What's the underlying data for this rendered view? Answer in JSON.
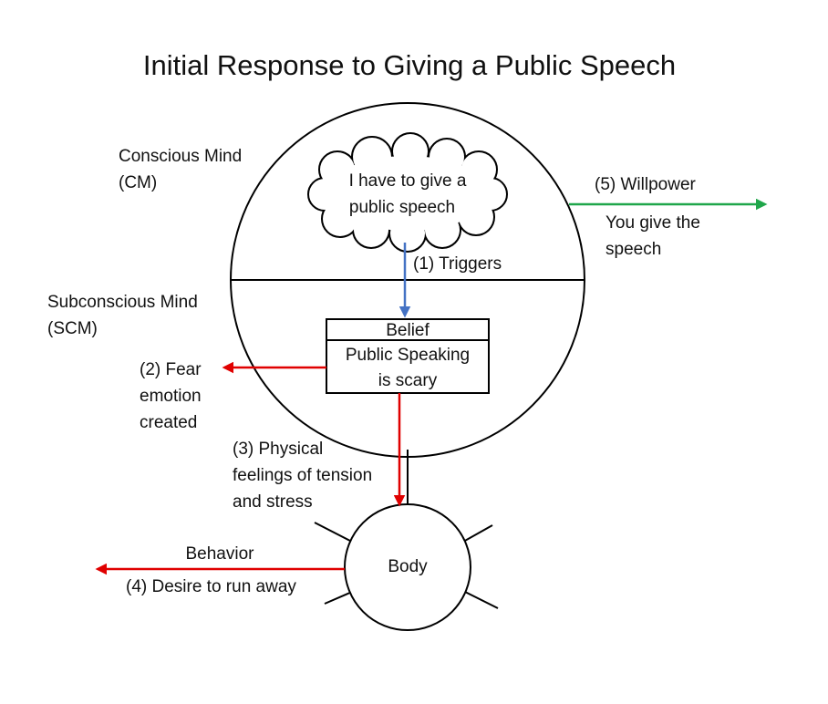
{
  "title": "Initial Response to Giving a Public Speech",
  "conscious_mind": {
    "line1": "Conscious Mind",
    "line2": "(CM)"
  },
  "subconscious_mind": {
    "line1": "Subconscious Mind",
    "line2": "(SCM)"
  },
  "thought_cloud": {
    "line1": "I have to give a",
    "line2": "public speech"
  },
  "belief_box": {
    "header": "Belief",
    "line1": "Public Speaking",
    "line2": "is scary"
  },
  "body_label": "Body",
  "steps": {
    "triggers": "(1) Triggers",
    "fear": {
      "line1": "(2) Fear",
      "line2": "emotion",
      "line3": "created"
    },
    "physical": {
      "line1": "(3) Physical",
      "line2": "feelings of tension",
      "line3": "and stress"
    },
    "behavior": {
      "header": "Behavior",
      "line1": "(4) Desire to run away"
    },
    "willpower": {
      "header": "(5) Willpower",
      "line1": "You give the",
      "line2": "speech"
    }
  },
  "colors": {
    "triggers_arrow": "#4472C4",
    "emotion_arrow": "#E00000",
    "willpower_arrow": "#1FA64A",
    "outline": "#000000"
  }
}
